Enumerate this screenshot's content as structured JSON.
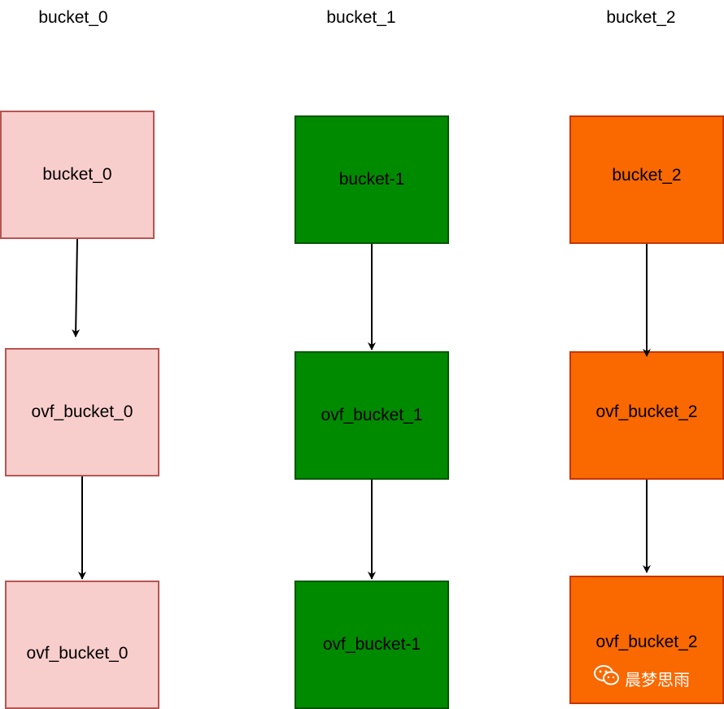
{
  "headers": [
    "bucket_0",
    "bucket_1",
    "bucket_2"
  ],
  "columns": [
    {
      "color": "#f8cecc",
      "boxes": [
        "bucket_0",
        "ovf_bucket_0",
        "ovf_bucket_0"
      ]
    },
    {
      "color": "#008a00",
      "boxes": [
        "bucket-1",
        "ovf_bucket_1",
        "ovf_bucket-1"
      ]
    },
    {
      "color": "#fa6800",
      "boxes": [
        "bucket_2",
        "ovf_bucket_2",
        "ovf_bucket_2"
      ]
    }
  ],
  "watermark": {
    "icon": "wechat-icon",
    "text": "晨梦思雨"
  }
}
